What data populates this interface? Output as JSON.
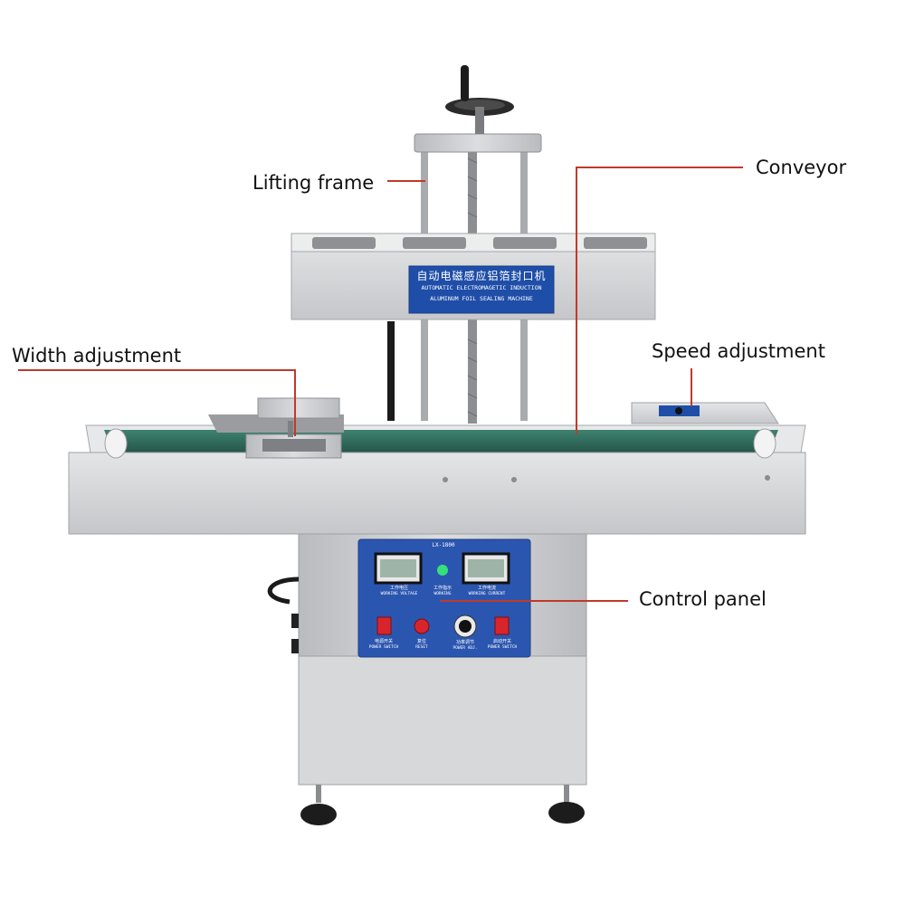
{
  "callouts": {
    "lifting_frame": "Lifting frame",
    "conveyor": "Conveyor",
    "width_adjustment": "Width adjustment",
    "speed_adjustment": "Speed adjustment",
    "control_panel": "Control panel"
  },
  "nameplate": {
    "chinese": "自动电磁感应铝箔封口机",
    "line1": "AUTOMATIC ELECTROMAGETIC INDUCTION",
    "line2": "ALUMINUM FOIL SEALING MACHINE"
  },
  "control_panel": {
    "model": "LX-1800",
    "meter_left_cn": "工作电压",
    "meter_left_en": "WORKING VOLTAGE",
    "indicator_cn": "工作指示",
    "indicator_en": "WORKING",
    "meter_right_cn": "工作电流",
    "meter_right_en": "WORKING CURRENT",
    "power_switch_cn": "电源开关",
    "power_switch_en": "POWER SWITCH",
    "reset_cn": "复位",
    "reset_en": "RESET",
    "knob_cn": "功率调节",
    "knob_en": "POWER ADJ.",
    "power_switch2_cn": "启动开关",
    "power_switch2_en": "POWER SWITCH"
  },
  "colors": {
    "leader": "#c0392b",
    "steel": "#cfd0d2",
    "belt": "#2e6b5e",
    "panel_blue": "#2b56b0",
    "plate_blue": "#1f4ea8"
  }
}
